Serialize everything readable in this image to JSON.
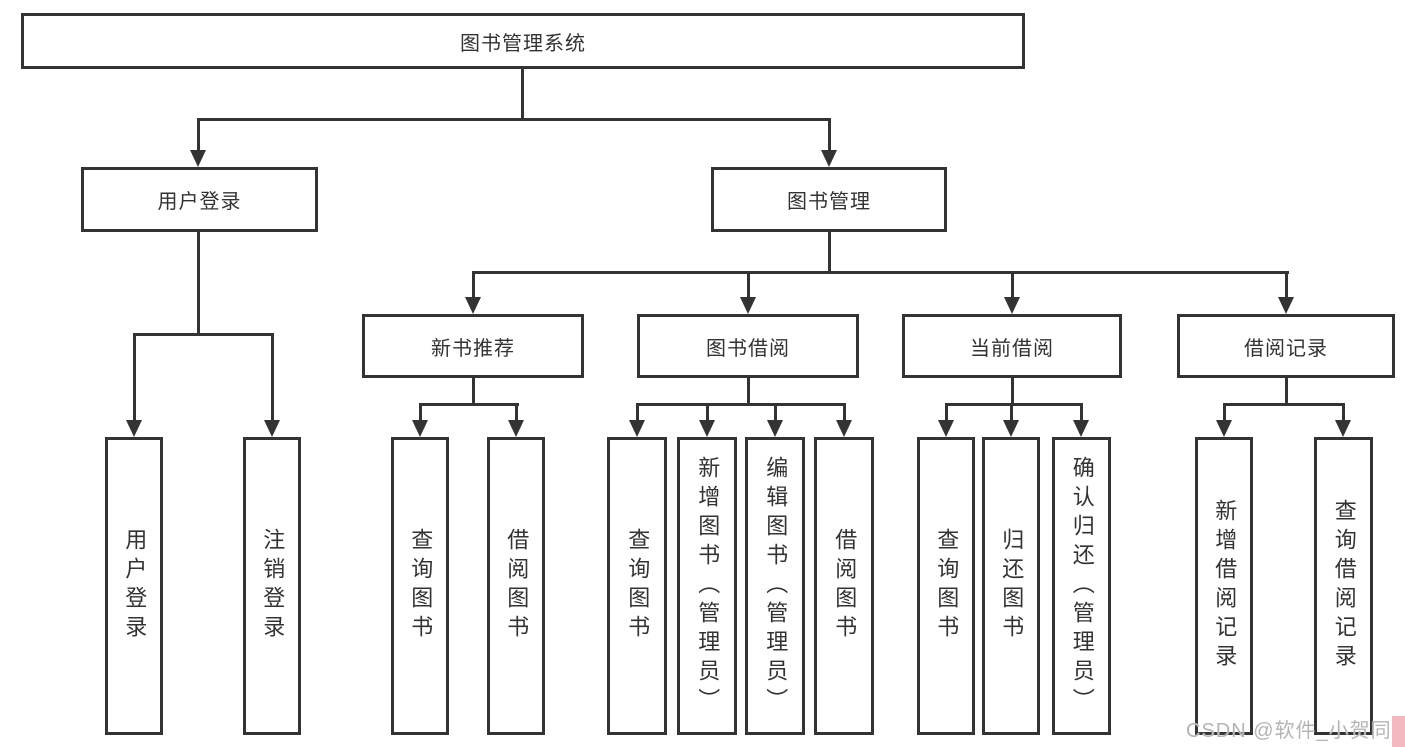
{
  "diagram": {
    "root": {
      "label": "图书管理系统"
    },
    "level2": [
      {
        "label": "用户登录"
      },
      {
        "label": "图书管理"
      }
    ],
    "user_login_children": [
      {
        "label": "用户登录"
      },
      {
        "label": "注销登录"
      }
    ],
    "book_mgmt_children": [
      {
        "label": "新书推荐"
      },
      {
        "label": "图书借阅"
      },
      {
        "label": "当前借阅"
      },
      {
        "label": "借阅记录"
      }
    ],
    "new_book_children": [
      {
        "label": "查询图书"
      },
      {
        "label": "借阅图书"
      }
    ],
    "book_borrow_children": [
      {
        "label": "查询图书"
      },
      {
        "label": "新增图书（管理员）"
      },
      {
        "label": "编辑图书（管理员）"
      },
      {
        "label": "借阅图书"
      }
    ],
    "current_borrow_children": [
      {
        "label": "查询图书"
      },
      {
        "label": "归还图书"
      },
      {
        "label": "确认归还（管理员）"
      }
    ],
    "borrow_record_children": [
      {
        "label": "新增借阅记录"
      },
      {
        "label": "查询借阅记录"
      }
    ]
  },
  "watermark": {
    "text": "CSDN @软件_小贺同学"
  },
  "colors": {
    "line": "#333333",
    "box_border": "#333333",
    "text": "#333333",
    "background": "#ffffff",
    "watermark_text": "#b4b4b4",
    "corner_patch": "#f3b9c1"
  }
}
